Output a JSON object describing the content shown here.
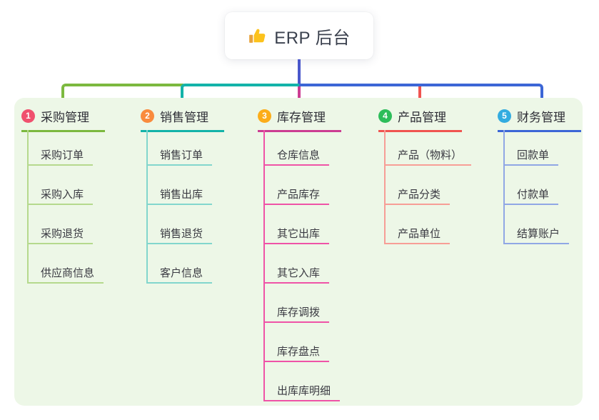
{
  "root": {
    "title": "ERP 后台",
    "icon": "thumbs-up-icon",
    "line_color": "#4a57cb"
  },
  "panel": {
    "bg_color": "#edf7e7"
  },
  "branches": [
    {
      "number": "1",
      "title": "采购管理",
      "badge_color": "#f0506e",
      "line_color": "#7cb93f",
      "child_line_color": "#b5d98d",
      "children": [
        "采购订单",
        "采购入库",
        "采购退货",
        "供应商信息"
      ]
    },
    {
      "number": "2",
      "title": "销售管理",
      "badge_color": "#f98b3d",
      "line_color": "#13b3a9",
      "child_line_color": "#82d6cd",
      "children": [
        "销售订单",
        "销售出库",
        "销售退货",
        "客户信息"
      ]
    },
    {
      "number": "3",
      "title": "库存管理",
      "badge_color": "#fcad19",
      "line_color": "#cc3d92",
      "child_line_color": "#ef53a7",
      "children": [
        "仓库信息",
        "产品库存",
        "其它出库",
        "其它入库",
        "库存调拨",
        "库存盘点",
        "出库库明细"
      ]
    },
    {
      "number": "4",
      "title": "产品管理",
      "badge_color": "#2dbd5a",
      "line_color": "#f05450",
      "child_line_color": "#f79e96",
      "children": [
        "产品（物料）",
        "产品分类",
        "产品单位"
      ]
    },
    {
      "number": "5",
      "title": "财务管理",
      "badge_color": "#33ace0",
      "line_color": "#3c66d6",
      "child_line_color": "#90a7e5",
      "children": [
        "回款单",
        "付款单",
        "结算账户"
      ]
    }
  ]
}
